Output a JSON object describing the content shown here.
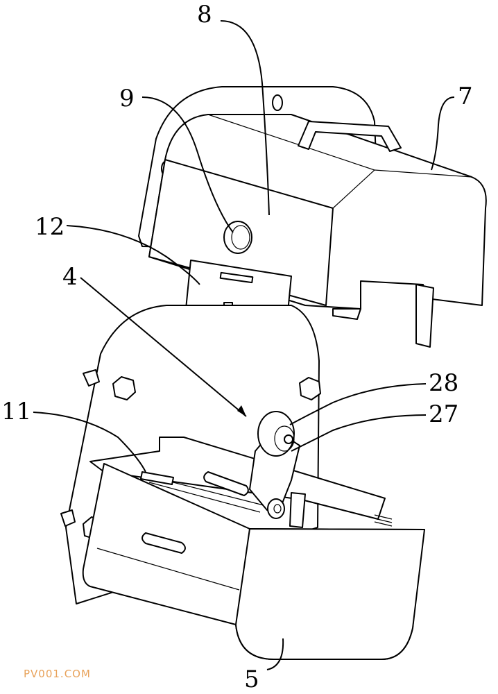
{
  "figure": {
    "reference_numerals": {
      "top_housing": "7",
      "top_housing_face": "8",
      "circular_hole": "9",
      "connector_plate": "12",
      "base_plate": "4",
      "side_groove": "11",
      "roller": "28",
      "roller_arm": "27",
      "bottom_housing": "5"
    },
    "watermark": "PV001.COM",
    "accent_colors": {
      "watermark": "#e8a25a",
      "line_art": "#000000"
    }
  }
}
